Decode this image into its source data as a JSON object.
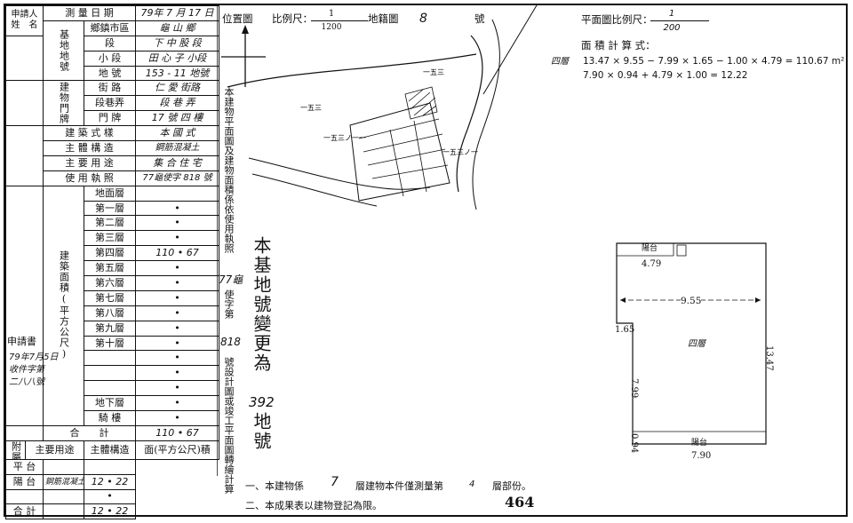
{
  "left_form": {
    "applicant_label": "申請人\n姓　名",
    "survey_date_label": "測 量 日 期",
    "survey_date_value": "79年 7 月 17 日",
    "base_label": "基地地號",
    "township_label": "鄉鎮市區",
    "township_value": "龜 山 鄉",
    "section_label": "段",
    "section_value": "下 中 股 段",
    "subsection_label": "小 段",
    "subsection_value": "田 心 子 小段",
    "lot_label": "地 號",
    "lot_value": "153 - 11 地號",
    "door_label": "建物門牌",
    "street_label": "街 路",
    "street_value": "仁 愛 街路",
    "lane_label": "段巷弄",
    "lane_value": "段 巷 弄",
    "doorplate_label": "門 牌",
    "doorplate_value": "17 號 四 樓",
    "style_label": "建 築 式 樣",
    "style_value": "本 國 式",
    "structure_label": "主 體 構 造",
    "structure_value": "鋼筋混凝土",
    "use_label": "主 要 用 途",
    "use_value": "集 合 住 宅",
    "permit_label": "使 用 執 照",
    "permit_value": "77龜使字 818 號",
    "area_label": "建築面積(平方公尺)",
    "floors": [
      {
        "name": "地面層",
        "value": ""
      },
      {
        "name": "第一層",
        "value": "•"
      },
      {
        "name": "第二層",
        "value": "•"
      },
      {
        "name": "第三層",
        "value": "•"
      },
      {
        "name": "第四層",
        "value": "110 • 67"
      },
      {
        "name": "第五層",
        "value": "•"
      },
      {
        "name": "第六層",
        "value": "•"
      },
      {
        "name": "第七層",
        "value": "•"
      },
      {
        "name": "第八層",
        "value": "•"
      },
      {
        "name": "第九層",
        "value": "•"
      },
      {
        "name": "第十層",
        "value": "•"
      },
      {
        "name": "",
        "value": "•"
      },
      {
        "name": "",
        "value": "•"
      },
      {
        "name": "",
        "value": "•"
      },
      {
        "name": "地下層",
        "value": "•"
      },
      {
        "name": "騎 樓",
        "value": "•"
      }
    ],
    "application_label": "申請書",
    "application_value": "79年7月5日\n收件字第\n二八八號",
    "total_label": "合　　計",
    "total_value": "110 • 67",
    "annex_label": "附屬建物",
    "annex_header_use": "主要用途",
    "annex_header_structure": "主體構造",
    "annex_header_area": "面(平方公尺)積",
    "annex_rows": [
      {
        "use": "平 台",
        "structure": "",
        "area": ""
      },
      {
        "use": "陽 台",
        "structure": "鋼筋混凝土",
        "area": "12 • 22"
      },
      {
        "use": "",
        "structure": "",
        "area": "•"
      },
      {
        "use": "合 計",
        "structure": "",
        "area": "12 • 22"
      }
    ]
  },
  "middle": {
    "location_label": "位置圖",
    "scale_label": "比例尺：",
    "scale_num": "1",
    "scale_den": "1200",
    "cadastral_label": "地籍圖",
    "cadastral_no": "8",
    "cadastral_suffix": "號",
    "vertical_note": "本建物平面圖及建物面積係依使用執照",
    "permit_hand": "77龜",
    "vertical_note2": "使字第",
    "permit_no": "818",
    "vertical_note3": "號設計圖或竣工平面圖轉繪計算",
    "change_note": "本基地號變更為",
    "new_lot": "392",
    "change_suffix": "地號",
    "plot_labels": [
      "一五三",
      "一五三",
      "一五三ノ一一",
      "一五三ノ一"
    ],
    "footer1_a": "一、本建物係",
    "footer1_floors": "7",
    "footer1_b": "層建物本件僅測量第",
    "footer1_floor": "4",
    "footer1_c": "層部份。",
    "footer2": "二、本成果表以建物登記為限。",
    "sheet_no": "464"
  },
  "right": {
    "plan_scale_label": "平面圖比例尺：",
    "plan_scale_num": "1",
    "plan_scale_den": "200",
    "calc_label": "面 積 計 算 式：",
    "floor_tag": "四層",
    "calc_line1": "13.47 × 9.55 − 7.99 × 1.65 − 1.00 × 4.79 = 110.67 m²",
    "calc_line2": "7.90 × 0.94 + 4.79 × 1.00 = 12.22",
    "plan_balcony_top": "陽台",
    "plan_balcony_bottom": "陽台",
    "plan_room": "四層",
    "dim_479": "4.79",
    "dim_955": "9.55",
    "dim_165": "1.65",
    "dim_1347": "13.47",
    "dim_799": "7.99",
    "dim_094": "0.94",
    "dim_790": "7.90"
  }
}
